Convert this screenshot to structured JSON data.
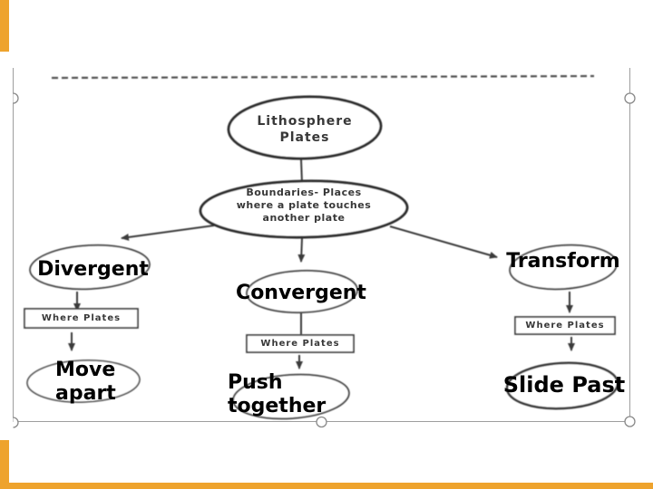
{
  "slide": {
    "edge_color": "#EEA32D",
    "frame_color": "#9E9E9E",
    "scan_ink_color": "#383838",
    "overlay_text_color": "#000000"
  },
  "diagram": {
    "title_node": "Lithosphere Plates",
    "boundaries_node": "Boundaries- Places where a plate touches another plate",
    "branches": [
      {
        "id": "divergent",
        "label": "Divergent",
        "box_label": "Where Plates",
        "result_label": "Move apart"
      },
      {
        "id": "convergent",
        "label": "Convergent",
        "box_label": "Where Plates",
        "result_label": "Push together"
      },
      {
        "id": "transform",
        "label": "Transform",
        "box_label": "Where Plates",
        "result_label": "Slide Past"
      }
    ]
  }
}
